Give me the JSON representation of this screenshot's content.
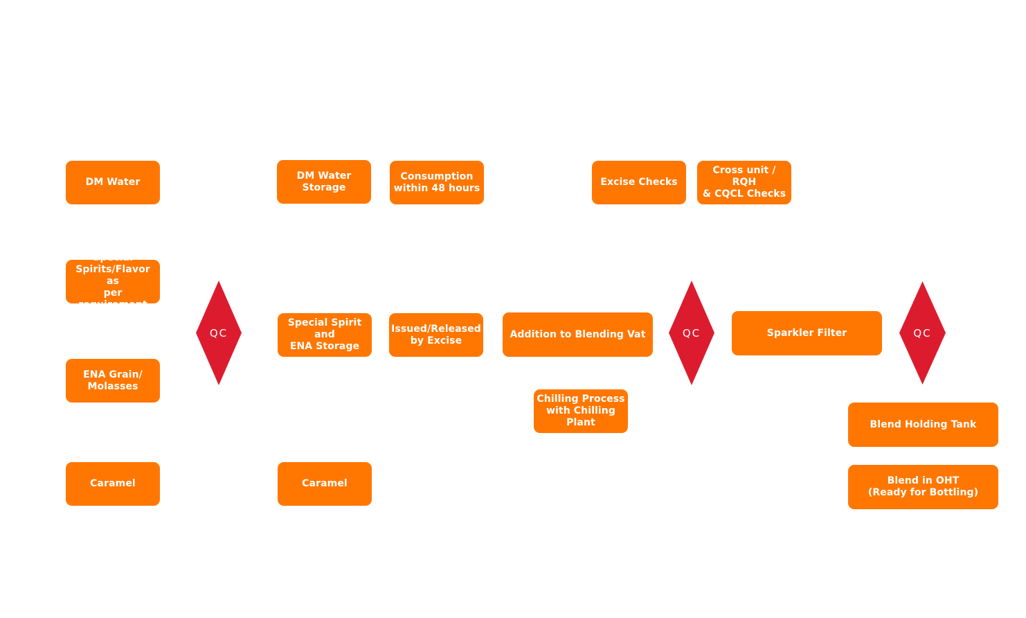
{
  "colors": {
    "process_box": "#FF7701",
    "qc_diamond": "#DC1C2E",
    "text": "#FFFFFF",
    "background": "#FFFFFF"
  },
  "inputs": {
    "dm_water": "DM Water",
    "special_spirits": "Special\nSpirits/Flavor as\nper requirement",
    "ena_grain": "ENA Grain/\nMolasses",
    "caramel": "Caramel"
  },
  "qc_label": "QC",
  "storage": {
    "dm_water_storage": "DM Water\nStorage",
    "consumption": "Consumption\nwithin 48 hours",
    "special_spirit_ena_storage": "Special Spirit and\nENA Storage",
    "issued_released": "Issued/Released\nby Excise",
    "caramel": "Caramel"
  },
  "blending": {
    "addition_to_vat": "Addition to Blending Vat",
    "chilling": "Chilling Process\nwith Chilling Plant",
    "excise_checks": "Excise Checks",
    "cross_unit_checks": "Cross unit / RQH\n& CQCL Checks"
  },
  "finishing": {
    "sparkler_filter": "Sparkler Filter",
    "blend_holding_tank": "Blend Holding Tank",
    "blend_in_oht": "Blend in OHT\n(Ready for Bottling)"
  }
}
